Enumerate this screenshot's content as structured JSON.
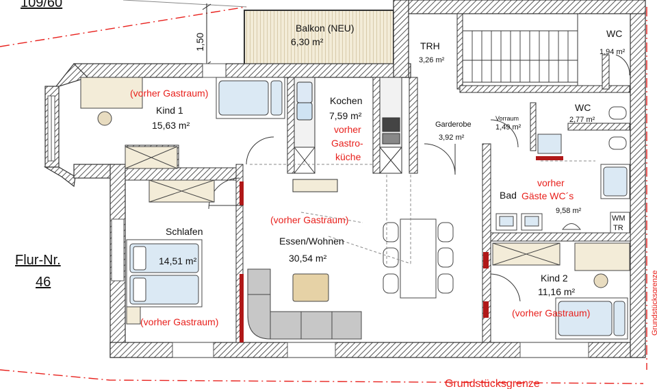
{
  "parcel": {
    "top_label": "109/60",
    "left_label_line1": "Flur-Nr.",
    "left_label_line2": "46",
    "bottom_label": "Grundstücksgrenze",
    "right_label": "Grundstücksgrenze"
  },
  "dimension": {
    "balcony_depth": "1,50"
  },
  "rooms": {
    "balkon": {
      "name": "Balkon (NEU)",
      "area": "6,30 m²"
    },
    "trh": {
      "name": "TRH",
      "area": "3,26 m²"
    },
    "wc_top": {
      "name": "WC",
      "area": "1,94 m²"
    },
    "kind1": {
      "note": "(vorher Gastraum)",
      "name": "Kind 1",
      "area": "15,63 m²"
    },
    "kochen": {
      "name": "Kochen",
      "area": "7,59 m²",
      "note1": "vorher",
      "note2": "Gastro-",
      "note3": "küche"
    },
    "garderobe": {
      "name": "Garderobe",
      "area": "3,92 m²"
    },
    "vorraum": {
      "name": "Vorraum",
      "area": "1,49 m²"
    },
    "wc2": {
      "name": "WC",
      "area": "2,77 m²"
    },
    "bad": {
      "name": "Bad",
      "note1": "vorher",
      "note2": "Gäste WC´s",
      "area": "9,58 m²",
      "wm1": "WM",
      "wm2": "TR"
    },
    "schlafen": {
      "name": "Schlafen",
      "area": "14,51 m²",
      "note": "(vorher Gastraum)"
    },
    "essen": {
      "note": "(vorher Gastraum)",
      "name": "Essen/Wohnen",
      "area": "30,54 m²"
    },
    "kind2": {
      "name": "Kind 2",
      "area": "11,16 m²",
      "note": "(vorher Gastraum)"
    }
  },
  "colors": {
    "wall": "#3a3a3a",
    "hatch": "#6a6a6a",
    "note": "#e8201c",
    "boundary": "#e8201c",
    "furniture": "#9a9a9a",
    "table": "#e6d2a6"
  }
}
